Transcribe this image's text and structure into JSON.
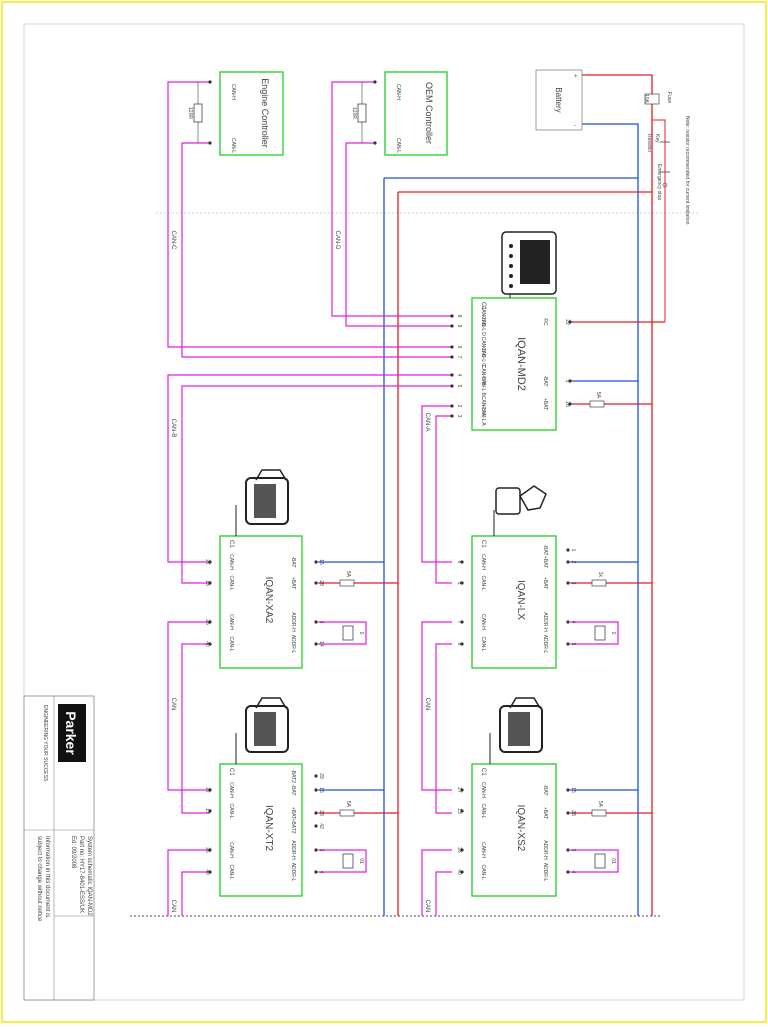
{
  "colors": {
    "frame": "#f2ec00",
    "module": "#1ed01e",
    "can_wire": "#e020e0",
    "power_pos": "#e02020",
    "power_neg": "#2050e0",
    "ink": "#444444"
  },
  "modules": {
    "engine": {
      "title": "Engine Controller",
      "pin_top": "CAN-H",
      "pin_bottom": "CAN-L"
    },
    "oem": {
      "title": "OEM Controller",
      "pin_top": "CAN-H",
      "pin_bottom": "CAN-L"
    },
    "battery": {
      "title": "Battery"
    },
    "vd2": {
      "title": "IQAN-MD2",
      "c1": "C1",
      "can_pins": [
        "CAN-H D",
        "CAN-L D",
        "CAN-H C",
        "CAN-L C",
        "CAN-H B",
        "CAN-L B",
        "CAN-H A",
        "CAN-L A"
      ],
      "can_nums": [
        "8",
        "9",
        "6",
        "7",
        "4",
        "5",
        "2",
        "3"
      ],
      "right_pins": [
        "RC",
        "-BAT",
        "+BAT"
      ],
      "right_nums": [
        "22",
        "1",
        "28"
      ]
    },
    "xa2": {
      "title": "IQAN-XA2",
      "c1": "C1",
      "pins": [
        "-BAT",
        "+BAT",
        "ADDR-H",
        "ADDR-L"
      ],
      "pin_nums": [
        "15",
        "28",
        "3",
        "14"
      ],
      "can_pins": [
        "CAN-H",
        "CAN-L",
        "CAN-H",
        "CAN-L"
      ],
      "can_nums": [
        "27",
        "13",
        "26",
        "40"
      ]
    },
    "lx": {
      "title": "IQAN-LX",
      "c1": "C1",
      "pins": [
        "-BAT",
        "+BAT",
        "+BAT",
        "ADDR-H",
        "ADDR-L"
      ],
      "pin_nums": [
        "1",
        "2",
        "3",
        "4",
        "5"
      ],
      "can_pins": [
        "CAN-H",
        "CAN-L",
        "CAN-H",
        "CAN-L"
      ],
      "can_nums": [
        "6",
        "5",
        "7",
        "8"
      ]
    },
    "xt2": {
      "title": "IQAN-XT2",
      "c1": "C1",
      "pins": [
        "-BAT2",
        "-BAT",
        "+BAT",
        "+BAT2",
        "ADDR-H",
        "ADDR-L"
      ],
      "pin_nums": [
        "29",
        "15",
        "28",
        "42",
        "3",
        "4"
      ],
      "can_pins": [
        "CAN-H",
        "CAN-L",
        "CAN-H",
        "CAN-L"
      ],
      "can_nums": [
        "27",
        "13",
        "26",
        "40"
      ]
    },
    "xs2": {
      "title": "IQAN-XS2",
      "c1": "C1",
      "pins": [
        "-BAT",
        "+BAT",
        "ADDR-H",
        "ADDR-L"
      ],
      "pin_nums": [
        "15",
        "28",
        "3",
        "4"
      ],
      "can_pins": [
        "CAN-H",
        "CAN-L",
        "CAN-H",
        "CAN-L"
      ],
      "can_nums": [
        "27",
        "13",
        "26",
        "40"
      ]
    }
  },
  "bus_labels": {
    "can_c": "CAN-C",
    "can_d": "CAN-D",
    "can_b": "CAN-B",
    "can_a": "CAN-A",
    "can_left": "CAN",
    "can_right": "CAN",
    "can_bottom_left": "CAN",
    "can_bottom_right": "CAN"
  },
  "resistors": {
    "r120": "120R",
    "r5a": "5A",
    "r1k": "1k",
    "r0": "0",
    "r01": "01"
  },
  "notes": {
    "fuse": "Fuse",
    "fuse_value": "10A",
    "key": "Key",
    "resistor": "Resistor",
    "emergency": "Emergency stop",
    "note": "Note: resistor recommended for current limitation"
  },
  "title_block": {
    "logo": "Parker",
    "dept": "ENGINEERING YOUR SUCCESS",
    "line1": "System schematic IQAN-MD2",
    "line2": "Part no: HY17-8401-ESS/UK",
    "line3": "Ed: 09/2008",
    "line4": "Information in this document is",
    "line5": "subject to change without notice"
  }
}
